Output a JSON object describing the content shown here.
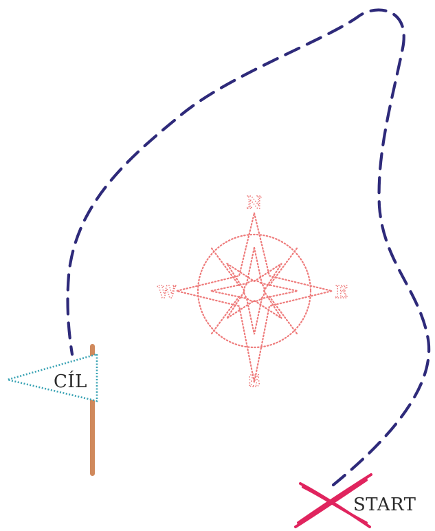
{
  "map": {
    "start_label": "START",
    "goal_label": "CÍL"
  },
  "compass": {
    "north": "N",
    "east": "E",
    "south": "S",
    "west": "W"
  },
  "colors": {
    "path": "#2e2a7a",
    "x_mark": "#e0245e",
    "compass": "#ee7b7b",
    "flag_border": "#3aa3b4",
    "flag_pole": "#d0895c"
  }
}
